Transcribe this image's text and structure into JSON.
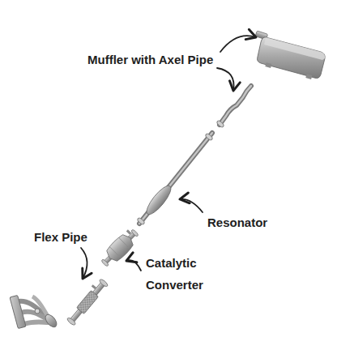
{
  "diagram": {
    "labels": [
      "Muffler with Axel Pipe",
      "Resonator",
      "Flex Pipe",
      "Catalytic Converter"
    ]
  }
}
